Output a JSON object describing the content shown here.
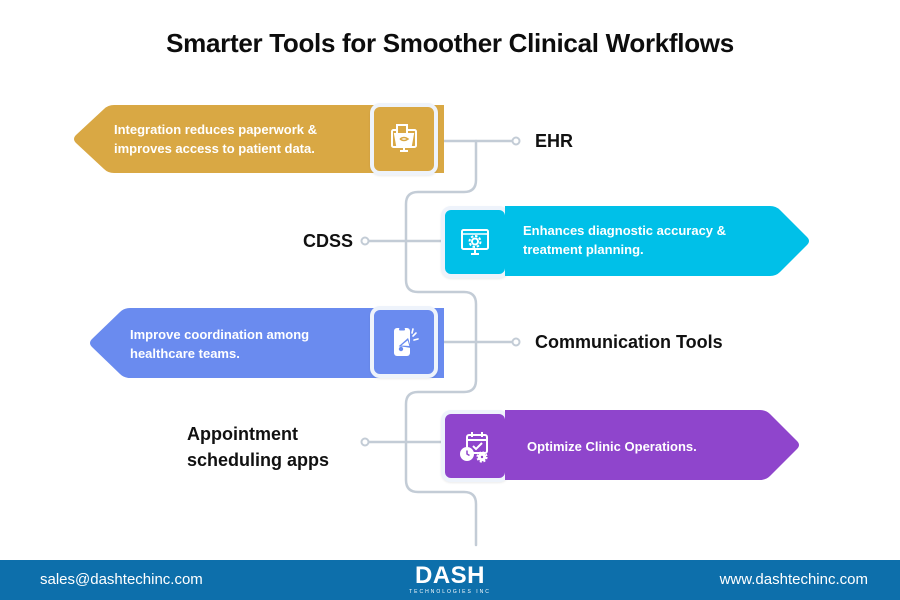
{
  "title": "Smarter Tools for Smoother Clinical Workflows",
  "colors": {
    "ehr": "#d9a844",
    "cdss": "#00c0e8",
    "communication": "#6a8bef",
    "appointment": "#8f45cc",
    "connector": "#c3ccd6",
    "footer": "#0d6fab"
  },
  "items": [
    {
      "label": "EHR",
      "description_line1": "Integration reduces paperwork &",
      "description_line2": "improves access to patient data.",
      "icon": "computer-folder-icon",
      "direction": "left"
    },
    {
      "label": "CDSS",
      "description_line1": "Enhances diagnostic accuracy &",
      "description_line2": "treatment planning.",
      "icon": "monitor-gear-icon",
      "direction": "right"
    },
    {
      "label": "Communication Tools",
      "description_line1": "Improve coordination among",
      "description_line2": "healthcare teams.",
      "icon": "phone-megaphone-icon",
      "direction": "left"
    },
    {
      "label_line1": "Appointment",
      "label_line2": "scheduling apps",
      "description_line1": "Optimize Clinic Operations.",
      "icon": "calendar-clock-gear-icon",
      "direction": "right"
    }
  ],
  "footer": {
    "email": "sales@dashtechinc.com",
    "logo_text": "DASH",
    "logo_subtext": "TECHNOLOGIES INC",
    "website": "www.dashtechinc.com"
  }
}
